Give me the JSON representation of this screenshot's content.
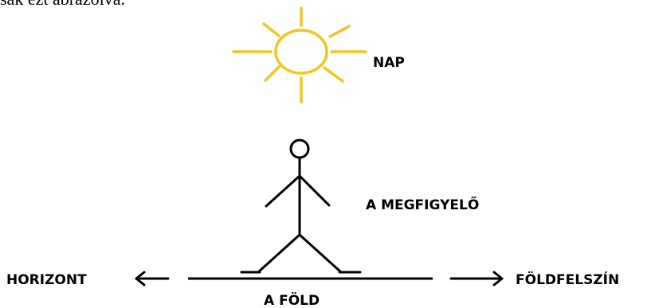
{
  "document": {
    "clipped_text": "sak ezt ábrázolva."
  },
  "diagram": {
    "sun_label": "NAP",
    "observer_label": "A MEGFIGYELŐ",
    "horizon_label": "HORIZONT",
    "surface_label": "FÖLDFELSZÍN",
    "earth_label": "A FÖLD",
    "colors": {
      "sun": "#f5c518",
      "ink": "#000000"
    },
    "icons": [
      "sun-icon",
      "stick-figure-observer",
      "left-arrow-icon",
      "right-arrow-icon"
    ]
  }
}
